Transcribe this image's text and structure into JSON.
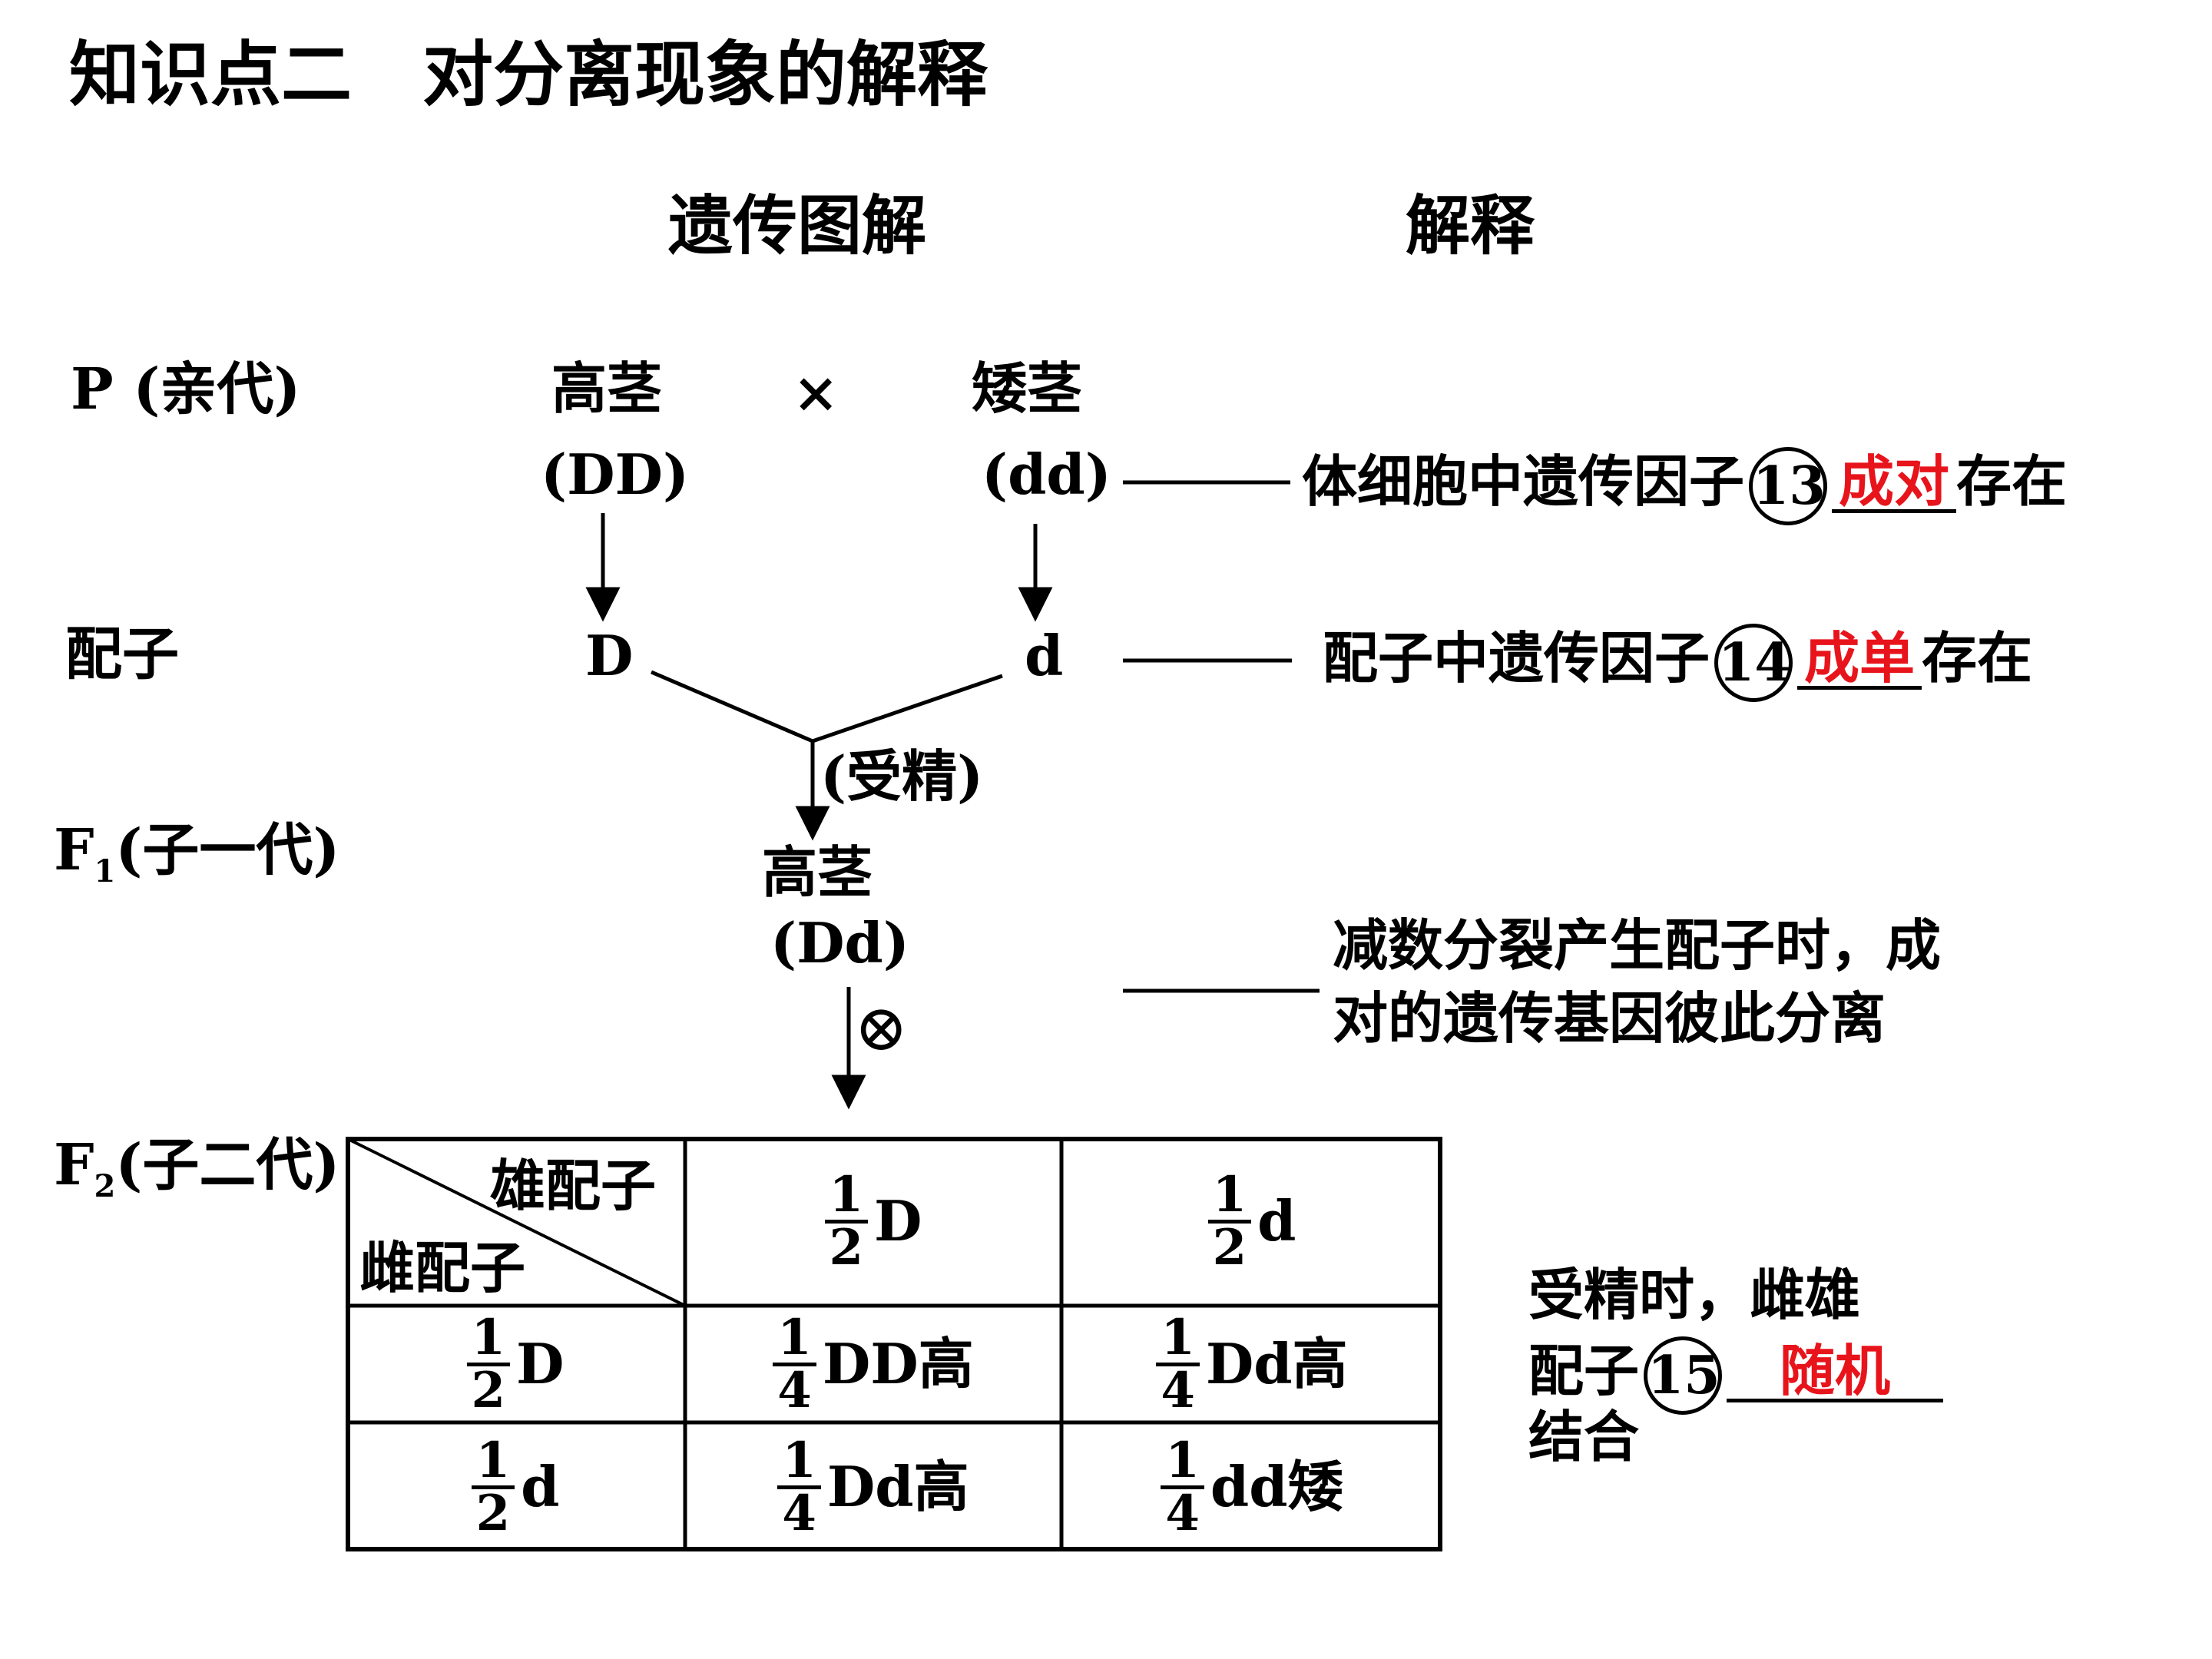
{
  "title": "知识点二　对分离现象的解释",
  "headers": {
    "diagram": "遗传图解",
    "explanation": "解释"
  },
  "generations": {
    "p": "P (亲代)",
    "gamete": "配子",
    "f1": "F",
    "f1_sub": "1",
    "f1_tail": "(子一代)",
    "f2": "F",
    "f2_sub": "2",
    "f2_tail": "(子二代)"
  },
  "parents": {
    "left_trait": "高茎",
    "left_genotype": "(DD)",
    "cross": "×",
    "right_trait": "矮茎",
    "right_genotype": "(dd)"
  },
  "gametes": {
    "left": "D",
    "right": "d",
    "fertilization": "(受精)"
  },
  "f1": {
    "trait": "高茎",
    "genotype": "(Dd)",
    "selfing": "⊗"
  },
  "explanations": {
    "e13_pre": "体细胞中遗传因子",
    "e13_num": "13",
    "e13_answer": "成对",
    "e13_post": "存在",
    "e14_pre": "配子中遗传因子",
    "e14_num": "14",
    "e14_answer": "成单",
    "e14_post": "存在",
    "meiosis_line1": "减数分裂产生配子时，成",
    "meiosis_line2": "对的遗传基因彼此分离",
    "e15_line1": "受精时，雌雄",
    "e15_pre": "配子",
    "e15_num": "15",
    "e15_answer": "随机",
    "e15_line3": "结合"
  },
  "punnett": {
    "corner_male": "雄配子",
    "corner_female": "雌配子",
    "col_headers": [
      {
        "num": "1",
        "den": "2",
        "allele": "D"
      },
      {
        "num": "1",
        "den": "2",
        "allele": "d"
      }
    ],
    "row_headers": [
      {
        "num": "1",
        "den": "2",
        "allele": "D"
      },
      {
        "num": "1",
        "den": "2",
        "allele": "d"
      }
    ],
    "cells": [
      [
        {
          "num": "1",
          "den": "4",
          "text": "DD高"
        },
        {
          "num": "1",
          "den": "4",
          "text": "Dd高"
        }
      ],
      [
        {
          "num": "1",
          "den": "4",
          "text": "Dd高"
        },
        {
          "num": "1",
          "den": "4",
          "text": "dd矮"
        }
      ]
    ]
  }
}
